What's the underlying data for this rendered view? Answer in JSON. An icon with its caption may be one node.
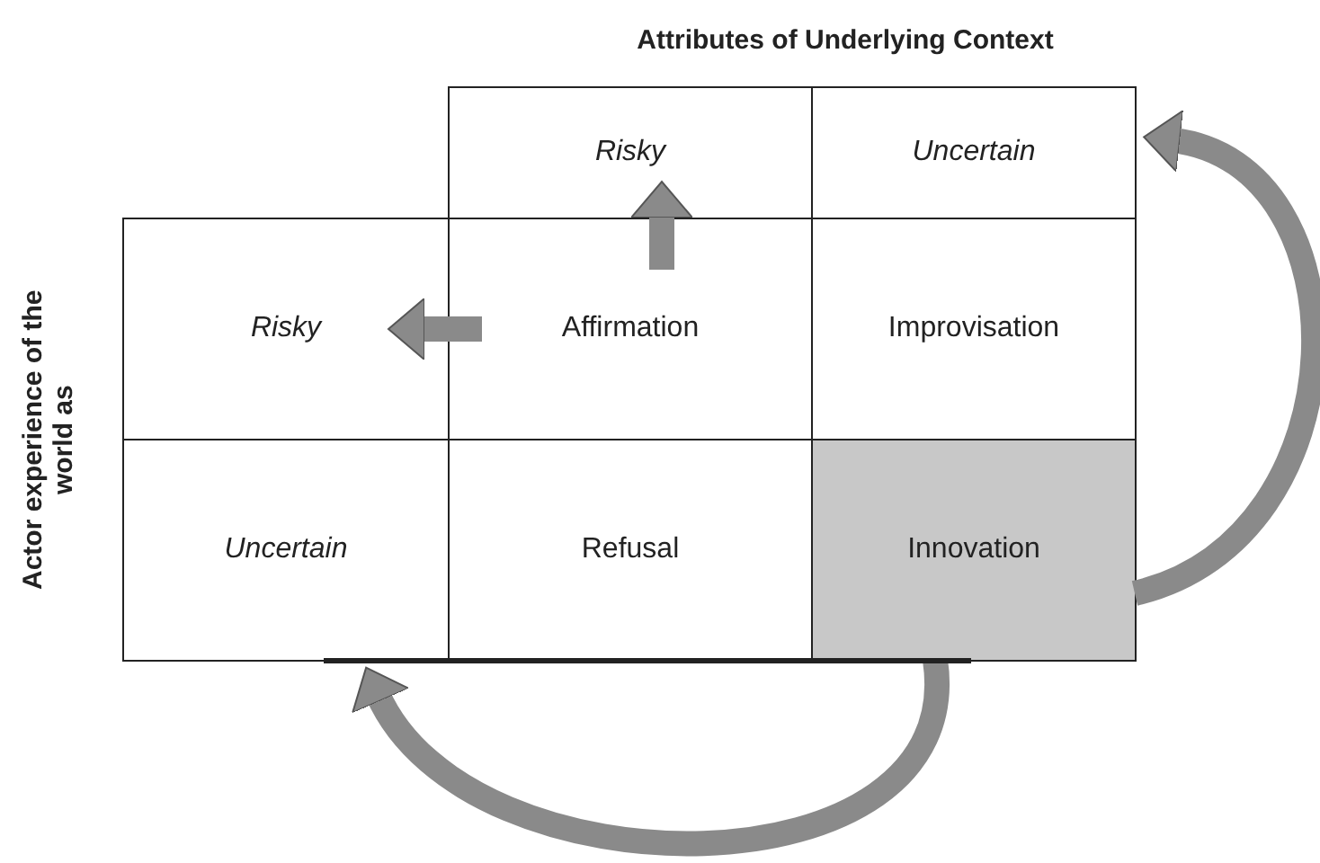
{
  "diagram": {
    "title": "Attributes of Underlying Context",
    "nodes": [
      {
        "text": [
          "Risky"
        ]
      },
      {
        "text": [
          "Uncertain"
        ]
      },
      {
        "text": [
          "Risky"
        ]
      },
      {
        "text": [
          "Affirmation"
        ]
      },
      {
        "text": [
          "Improvisation"
        ]
      },
      {
        "text": [
          "Uncertain"
        ]
      },
      {
        "text": [
          "Refusal"
        ]
      },
      {
        "text": [
          "Innovation"
        ]
      }
    ],
    "edges": [
      {
        "from": 3,
        "to": 0,
        "arrow": "to"
      },
      {
        "from": 3,
        "to": 2,
        "arrow": "to"
      },
      {
        "from": 7,
        "to": 1,
        "arrow": "to"
      },
      {
        "from": 7,
        "to": 5,
        "arrow": "to"
      }
    ],
    "labels": [
      "Actor experience of the world as"
    ]
  }
}
